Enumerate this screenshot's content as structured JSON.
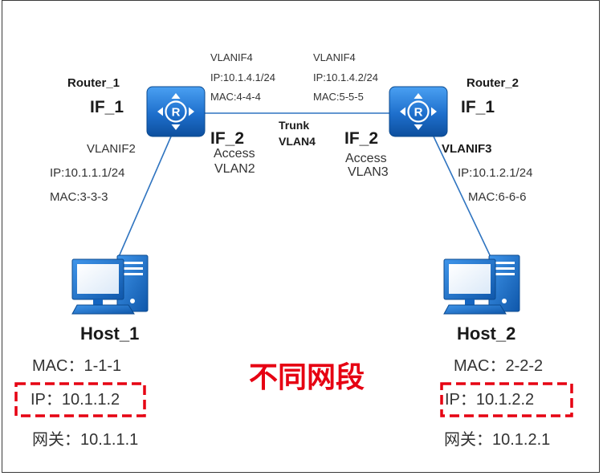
{
  "routers": [
    {
      "name": "Router_1",
      "if1": "IF_1",
      "if2": "IF_2",
      "icon_letter": "R",
      "uplink": {
        "vlanif": "VLANIF4",
        "ip": "IP:10.1.4.1/24",
        "mac": "MAC:4-4-4"
      },
      "access": {
        "mode": "Access",
        "vlan": "VLAN2"
      },
      "downlink": {
        "vlanif": "VLANIF2",
        "ip": "IP:10.1.1.1/24",
        "mac": "MAC:3-3-3"
      }
    },
    {
      "name": "Router_2",
      "if1": "IF_1",
      "if2": "IF_2",
      "icon_letter": "R",
      "uplink": {
        "vlanif": "VLANIF4",
        "ip": "IP:10.1.4.2/24",
        "mac": "MAC:5-5-5"
      },
      "access": {
        "mode": "Access",
        "vlan": "VLAN3"
      },
      "downlink": {
        "vlanif": "VLANIF3",
        "ip": "IP:10.1.2.1/24",
        "mac": "MAC:6-6-6"
      }
    }
  ],
  "trunk": {
    "label": "Trunk",
    "vlan": "VLAN4"
  },
  "hosts": [
    {
      "name": "Host_1",
      "mac": "MAC：1-1-1",
      "ip": "IP：10.1.1.2",
      "gateway": "网关：10.1.1.1"
    },
    {
      "name": "Host_2",
      "mac": "MAC：2-2-2",
      "ip": "IP：10.1.2.2",
      "gateway": "网关：10.1.2.1"
    }
  ],
  "note": "不同网段",
  "icons": {
    "router": "router-icon",
    "host": "pc-icon"
  },
  "colors": {
    "link": "#2f74c0",
    "router": "#1565c0",
    "highlight": "#e60012",
    "text": "#333333"
  }
}
